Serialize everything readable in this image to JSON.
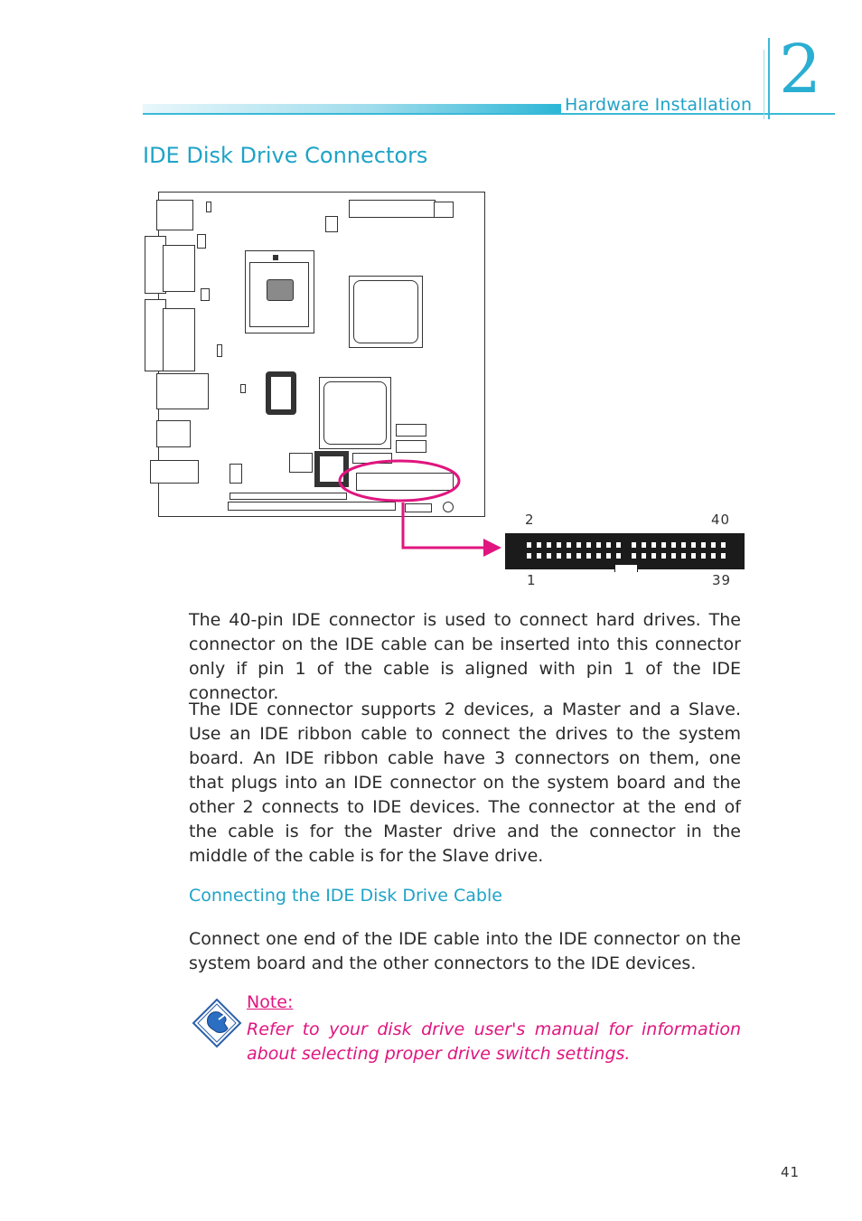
{
  "header": {
    "section_name": "Hardware Installation",
    "chapter_number": "2"
  },
  "title": "IDE Disk Drive Connectors",
  "diagram": {
    "pin_labels": {
      "top_left": "2",
      "top_right": "40",
      "bottom_left": "1",
      "bottom_right": "39"
    },
    "highlight_color": "#e0157f",
    "pin_count": 40
  },
  "paragraphs": [
    "The 40-pin IDE connector is used to connect hard drives. The connector on the IDE cable can be inserted into this connector only if pin 1 of the cable is aligned with pin 1 of the IDE connector.",
    "The IDE connector supports 2 devices, a Master and a Slave. Use an IDE ribbon cable to connect the drives to the system board. An IDE ribbon cable have 3 connectors on them, one that plugs into an IDE connector on the system board and the other 2 connects to IDE devices. The connector at the end of the cable is for the Master drive and the connector in the middle of the cable is for the Slave drive."
  ],
  "subsection": {
    "title": "Connecting the IDE Disk Drive Cable",
    "text": "Connect one end of the IDE cable into the IDE connector on the system board and the other connectors to the IDE devices."
  },
  "note": {
    "icon": "note-hand-icon",
    "title": "Note:",
    "text": "Refer to your disk drive user's manual for information about selecting proper drive switch settings."
  },
  "page_number": "41",
  "colors": {
    "accent": "#1fa3c7",
    "note": "#e0157f"
  }
}
